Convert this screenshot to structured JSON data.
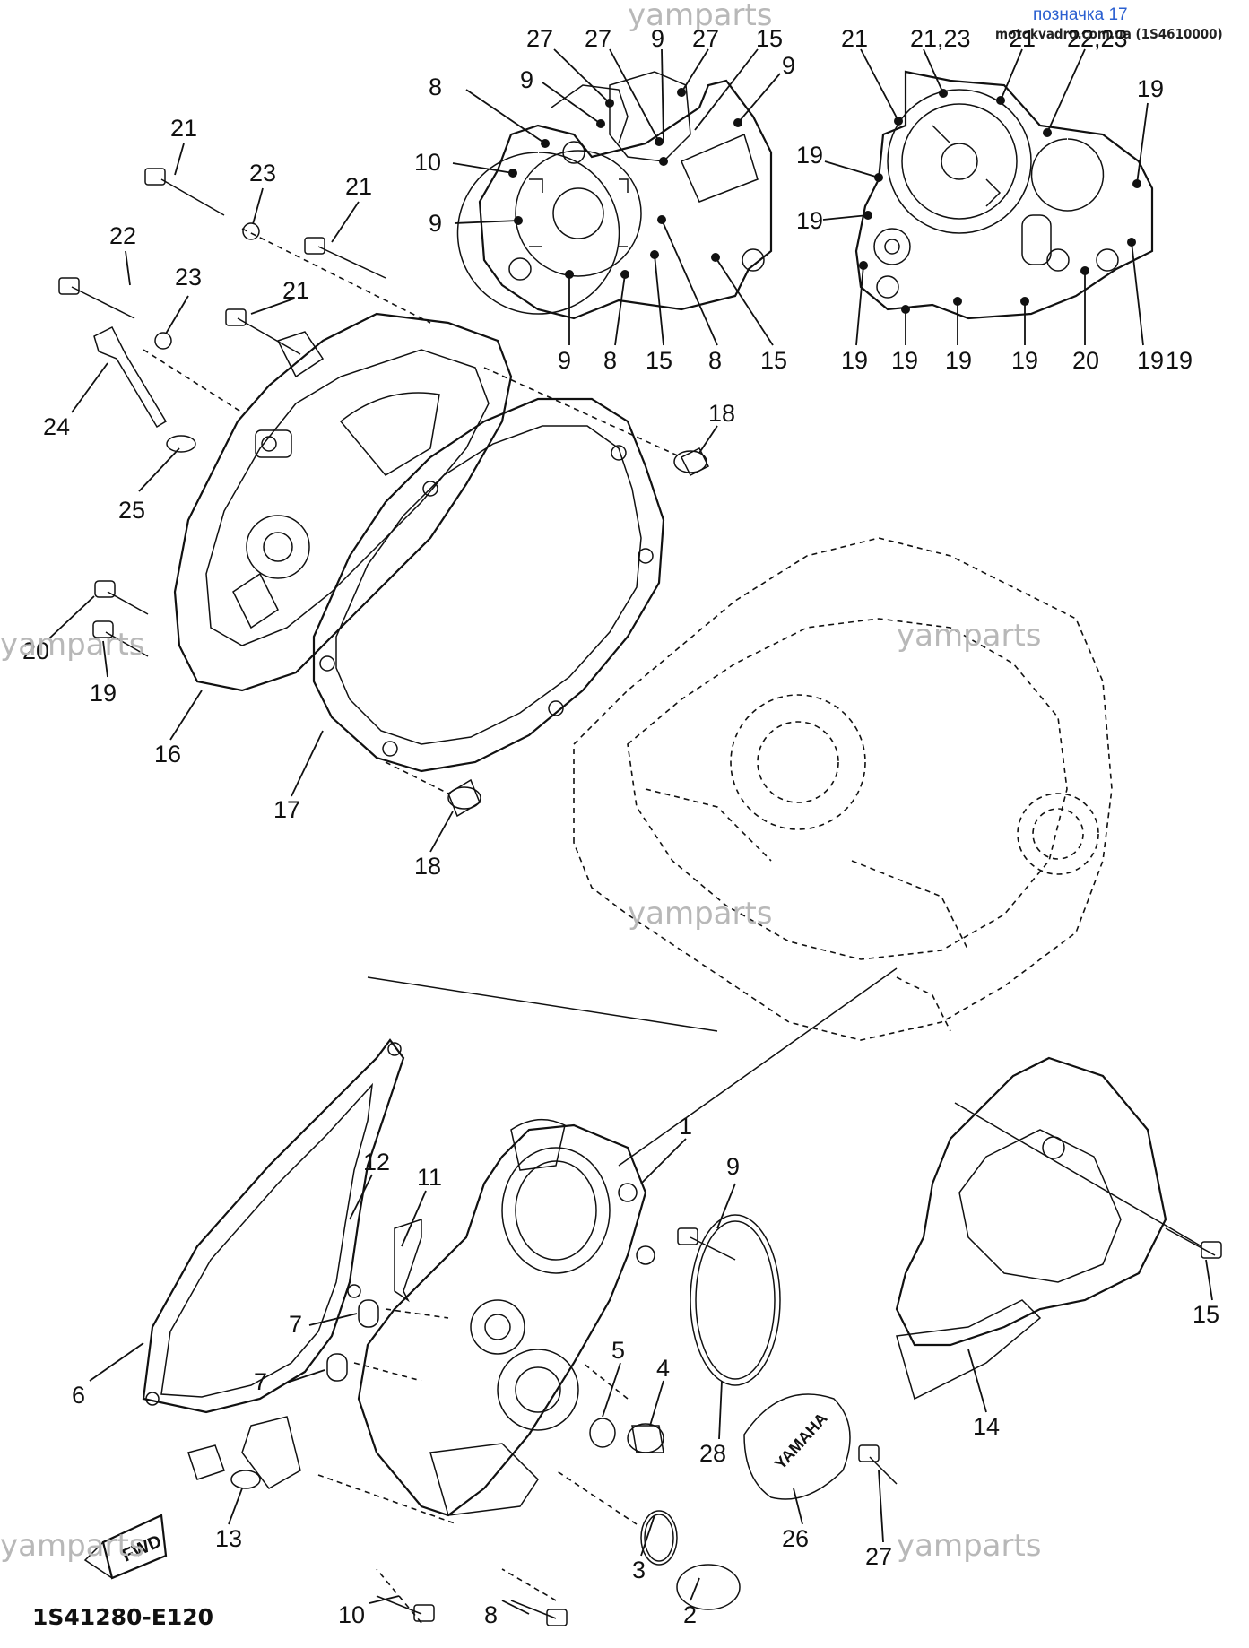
{
  "header": {
    "watermark_top": "yamparts",
    "link_text": "позначка 17",
    "url_text": "motokvadro.com.ua (1S4610000)"
  },
  "watermarks": [
    "yamparts",
    "yamparts",
    "yamparts",
    "yamparts",
    "yamparts"
  ],
  "diagram_code": "1S41280-E120",
  "fwd_marker": "FWD",
  "emblem_text": "YAMAHA",
  "labels": {
    "top_left_cover": [
      "27",
      "27",
      "9",
      "27",
      "15",
      "8",
      "9",
      "9",
      "10",
      "9",
      "9",
      "8",
      "15",
      "8",
      "15"
    ],
    "top_right_cover": [
      "21",
      "21,23",
      "21",
      "22,23",
      "19",
      "19",
      "19",
      "19",
      "19",
      "19",
      "19",
      "19",
      "20",
      "19"
    ],
    "left_cover_parts": [
      "21",
      "23",
      "21",
      "22",
      "23",
      "21",
      "24",
      "25",
      "18",
      "20",
      "19",
      "16",
      "17",
      "18"
    ],
    "bottom_parts": [
      "1",
      "9",
      "12",
      "11",
      "7",
      "5",
      "4",
      "7",
      "6",
      "28",
      "26",
      "14",
      "15",
      "13",
      "3",
      "27",
      "2",
      "10",
      "8"
    ]
  }
}
